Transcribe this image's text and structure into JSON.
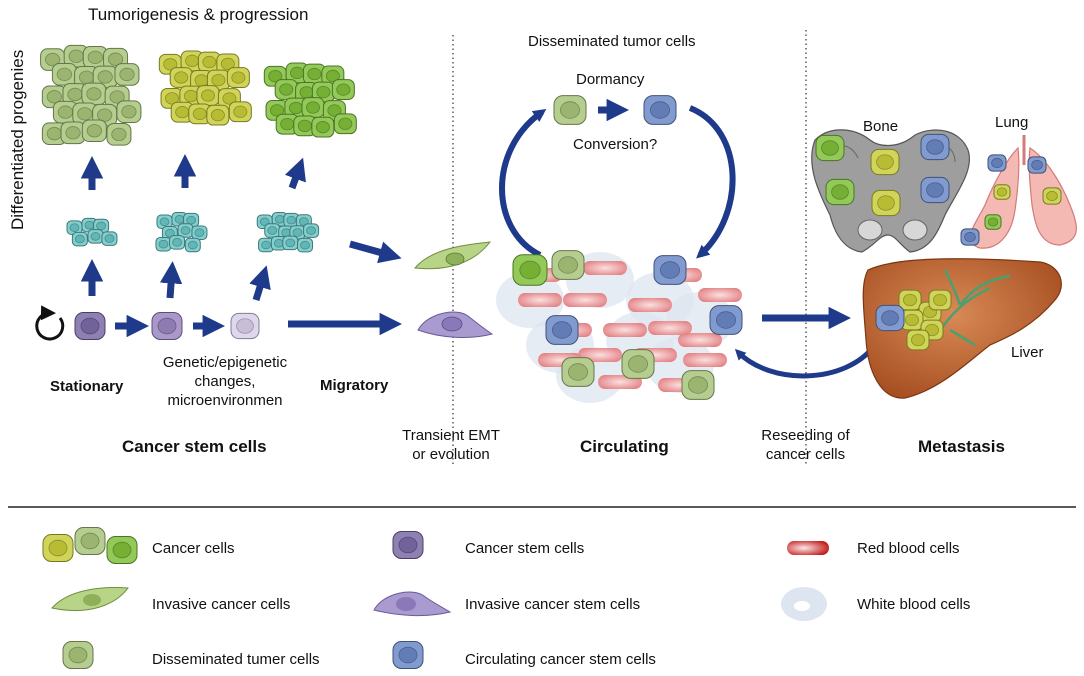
{
  "diagram": {
    "top_title": "Tumorigenesis & progression",
    "side_label": "Differentiated progenies",
    "disseminated_title": "Disseminated tumor cells",
    "dormancy": "Dormancy",
    "conversion": "Conversion?",
    "genetic_changes": "Genetic/epigenetic\nchanges,\nmicroenvironmen",
    "stationary": "Stationary",
    "migratory": "Migratory",
    "cancer_stem_cells": "Cancer stem cells",
    "transient_emt": "Transient EMT\nor evolution",
    "circulating": "Circulating",
    "reseeding": "Reseeding of\ncancer cells",
    "metastasis": "Metastasis",
    "bone": "Bone",
    "lung": "Lung",
    "liver": "Liver"
  },
  "legend": [
    {
      "label": "Cancer cells",
      "icon": "cancer-cells-icon"
    },
    {
      "label": "Cancer stem cells",
      "icon": "cancer-stem-cell-icon"
    },
    {
      "label": "Red blood cells",
      "icon": "red-blood-cell-icon"
    },
    {
      "label": "Invasive cancer cells",
      "icon": "invasive-cancer-cell-icon"
    },
    {
      "label": "Invasive cancer stem cells",
      "icon": "invasive-stem-cell-icon"
    },
    {
      "label": "White blood cells",
      "icon": "white-blood-cell-icon"
    },
    {
      "label": "Disseminated tumer cells",
      "icon": "disseminated-tumor-cell-icon"
    },
    {
      "label": "Circulating cancer stem cells",
      "icon": "circulating-stem-cell-icon"
    }
  ],
  "colors": {
    "arrow": "#1f3a8a",
    "pale_green": "#a8c47a",
    "yellow_green": "#c8cc3a",
    "green": "#7fbf3a",
    "teal": "#6cc6c6",
    "purple": "#7b6aa6",
    "lilac": "#9a86c0",
    "blue": "#6b88c6",
    "red_blood": "#e08080",
    "white_blood": "#dde5f0",
    "liver": "#c86a3a"
  }
}
